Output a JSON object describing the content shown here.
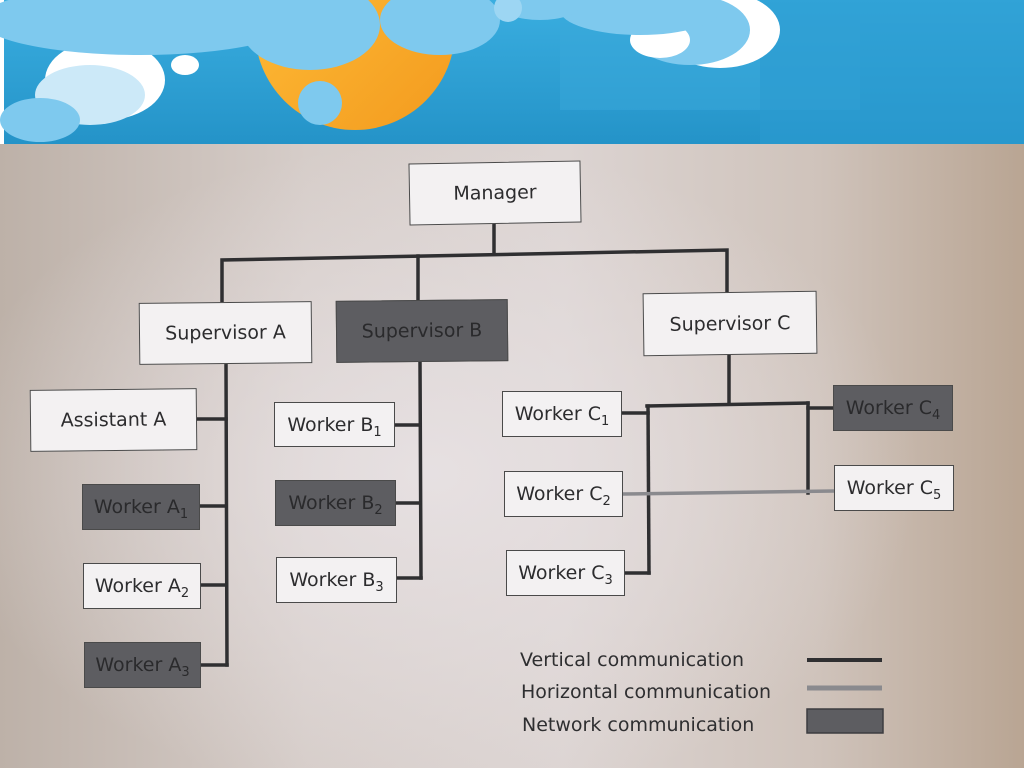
{
  "nodes": {
    "manager": {
      "label": "Manager",
      "sub": "",
      "network": false
    },
    "supervisor_a": {
      "label": "Supervisor A",
      "sub": "",
      "network": false
    },
    "supervisor_b": {
      "label": "Supervisor B",
      "sub": "",
      "network": true
    },
    "supervisor_c": {
      "label": "Supervisor C",
      "sub": "",
      "network": false
    },
    "assistant_a": {
      "label": "Assistant A",
      "sub": "",
      "network": false
    },
    "worker_a1": {
      "label": "Worker A",
      "sub": "1",
      "network": true
    },
    "worker_a2": {
      "label": "Worker A",
      "sub": "2",
      "network": false
    },
    "worker_a3": {
      "label": "Worker A",
      "sub": "3",
      "network": true
    },
    "worker_b1": {
      "label": "Worker B",
      "sub": "1",
      "network": false
    },
    "worker_b2": {
      "label": "Worker B",
      "sub": "2",
      "network": true
    },
    "worker_b3": {
      "label": "Worker B",
      "sub": "3",
      "network": false
    },
    "worker_c1": {
      "label": "Worker C",
      "sub": "1",
      "network": false
    },
    "worker_c2": {
      "label": "Worker C",
      "sub": "2",
      "network": false
    },
    "worker_c3": {
      "label": "Worker C",
      "sub": "3",
      "network": false
    },
    "worker_c4": {
      "label": "Worker C",
      "sub": "4",
      "network": true
    },
    "worker_c5": {
      "label": "Worker C",
      "sub": "5",
      "network": false
    }
  },
  "legend": {
    "vertical": "Vertical communication",
    "horizontal": "Horizontal communication",
    "network": "Network communication"
  },
  "colors": {
    "vertical_line": "#2f2f31",
    "horizontal_line": "#8a8a8e",
    "network_fill": "#5d5d61",
    "node_fill": "#f3f1f2",
    "sky": "#2f9fd4",
    "sun": "#f7a92a",
    "cloud": "#7ec9ee"
  }
}
